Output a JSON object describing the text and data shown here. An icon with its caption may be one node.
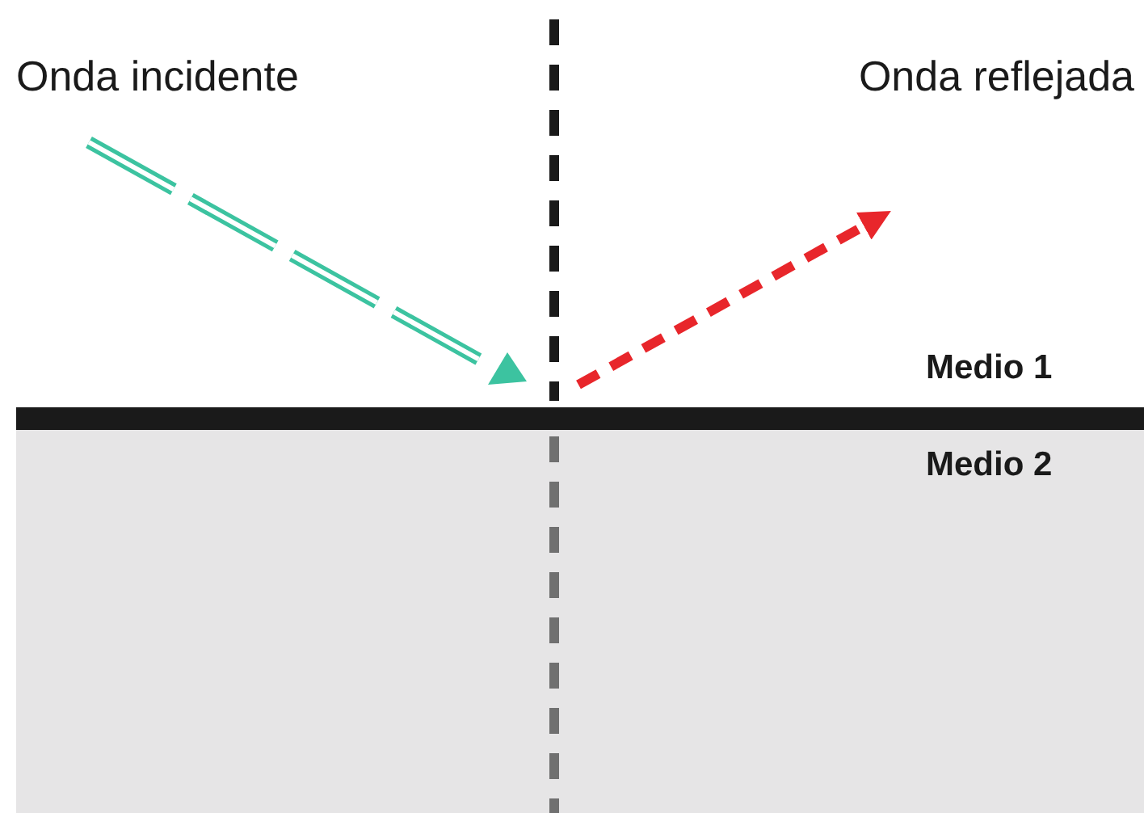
{
  "diagram": {
    "nodes": [
      {
        "text": [],
        "shape": "bar"
      },
      {
        "text": [
          "Medio 2"
        ]
      }
    ],
    "labels": [
      "Onda incidente",
      "Onda reflejada",
      "Medio 1"
    ]
  }
}
